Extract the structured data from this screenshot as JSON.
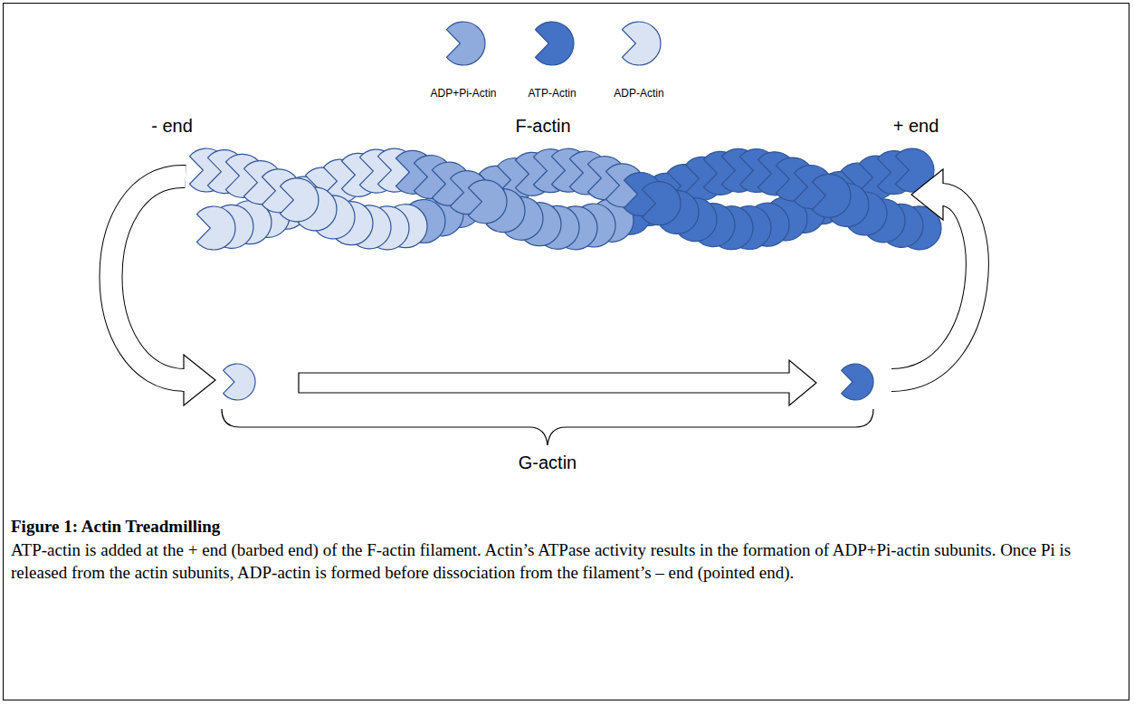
{
  "diagram": {
    "caption": "Figure 1: Actin Treadmilling",
    "labels": [
      "- end",
      "F-actin",
      "+ end",
      "G-actin",
      "ATP-actin is added at the + end (barbed end) of the F-actin filament. Actin’s ATPase activity results in the formation of ADP+Pi-actin subunits. Once Pi is released from the actin subunits, ADP-actin is formed before dissociation from the filament’s – end (pointed end)."
    ],
    "legend": [
      {
        "text": "ADP+Pi-Actin",
        "color": "#8faadc"
      },
      {
        "text": "ATP-Actin",
        "color": "#4472c4"
      },
      {
        "text": "ADP-Actin",
        "color": "#dae3f3"
      }
    ]
  }
}
